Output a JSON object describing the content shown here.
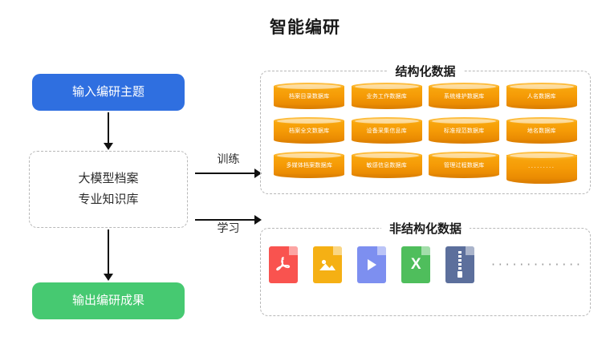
{
  "page": {
    "title": "智能编研"
  },
  "flow": {
    "input_box": {
      "label": "输入编研主题",
      "color": "#2f6fe0"
    },
    "model_box": {
      "line1": "大模型档案",
      "line2": "专业知识库"
    },
    "output_box": {
      "label": "输出编研成果",
      "color": "#46c971"
    },
    "arrows": {
      "train_label": "训练",
      "learn_label": "学习"
    }
  },
  "structured": {
    "title": "结构化数据",
    "rows": [
      [
        {
          "label": "档案目录数据库"
        },
        {
          "label": "业务工作数据库"
        },
        {
          "label": "系统维护数据库"
        },
        {
          "label": "人名数据库"
        }
      ],
      [
        {
          "label": "档案全文数据库"
        },
        {
          "label": "设备采集信息库"
        },
        {
          "label": "标准规范数据库"
        },
        {
          "label": "地名数据库"
        }
      ],
      [
        {
          "label": "多媒体档案数据库"
        },
        {
          "label": "敏感信息数据库"
        },
        {
          "label": "管理过程数据库"
        },
        {
          "label": "·········"
        }
      ]
    ],
    "accent_color": "#f7a50f"
  },
  "unstructured": {
    "title": "非结构化数据",
    "files": [
      {
        "name": "pdf-file-icon",
        "glyph": "",
        "color": "#f9534f"
      },
      {
        "name": "image-file-icon",
        "glyph": "",
        "color": "#f5b014"
      },
      {
        "name": "video-file-icon",
        "glyph": "▶",
        "color": "#7d8ff0"
      },
      {
        "name": "excel-file-icon",
        "glyph": "X",
        "color": "#4fbe5c"
      },
      {
        "name": "zip-file-icon",
        "glyph": "",
        "color": "#5c6f9c"
      }
    ],
    "more": "·············"
  }
}
